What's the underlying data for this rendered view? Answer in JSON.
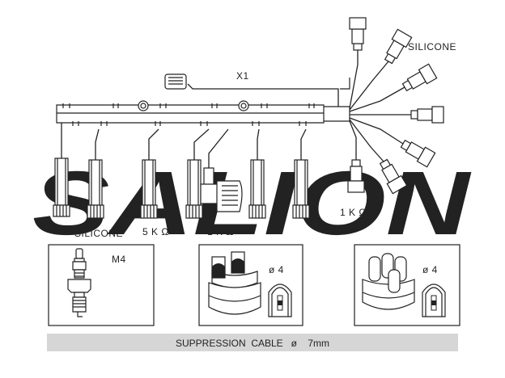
{
  "diagram": {
    "watermark": "SALION",
    "labels": {
      "x1": "X1",
      "silicone_top": "SILICONE",
      "silicone_bottom": "SILICONE",
      "res_5k": "5 K Ω",
      "res_1k_mid": "1 K Ω",
      "res_1k_right": "1 K Ω",
      "m4": "M4",
      "dia_a": "ø 4",
      "dia_b": "ø 4"
    },
    "footer": {
      "text": "SUPPRESSION  CABLE   ø    7mm"
    }
  },
  "colors": {
    "line": "#222222",
    "footer_bg": "#d6d6d6",
    "watermark": "#e6e6e6"
  }
}
